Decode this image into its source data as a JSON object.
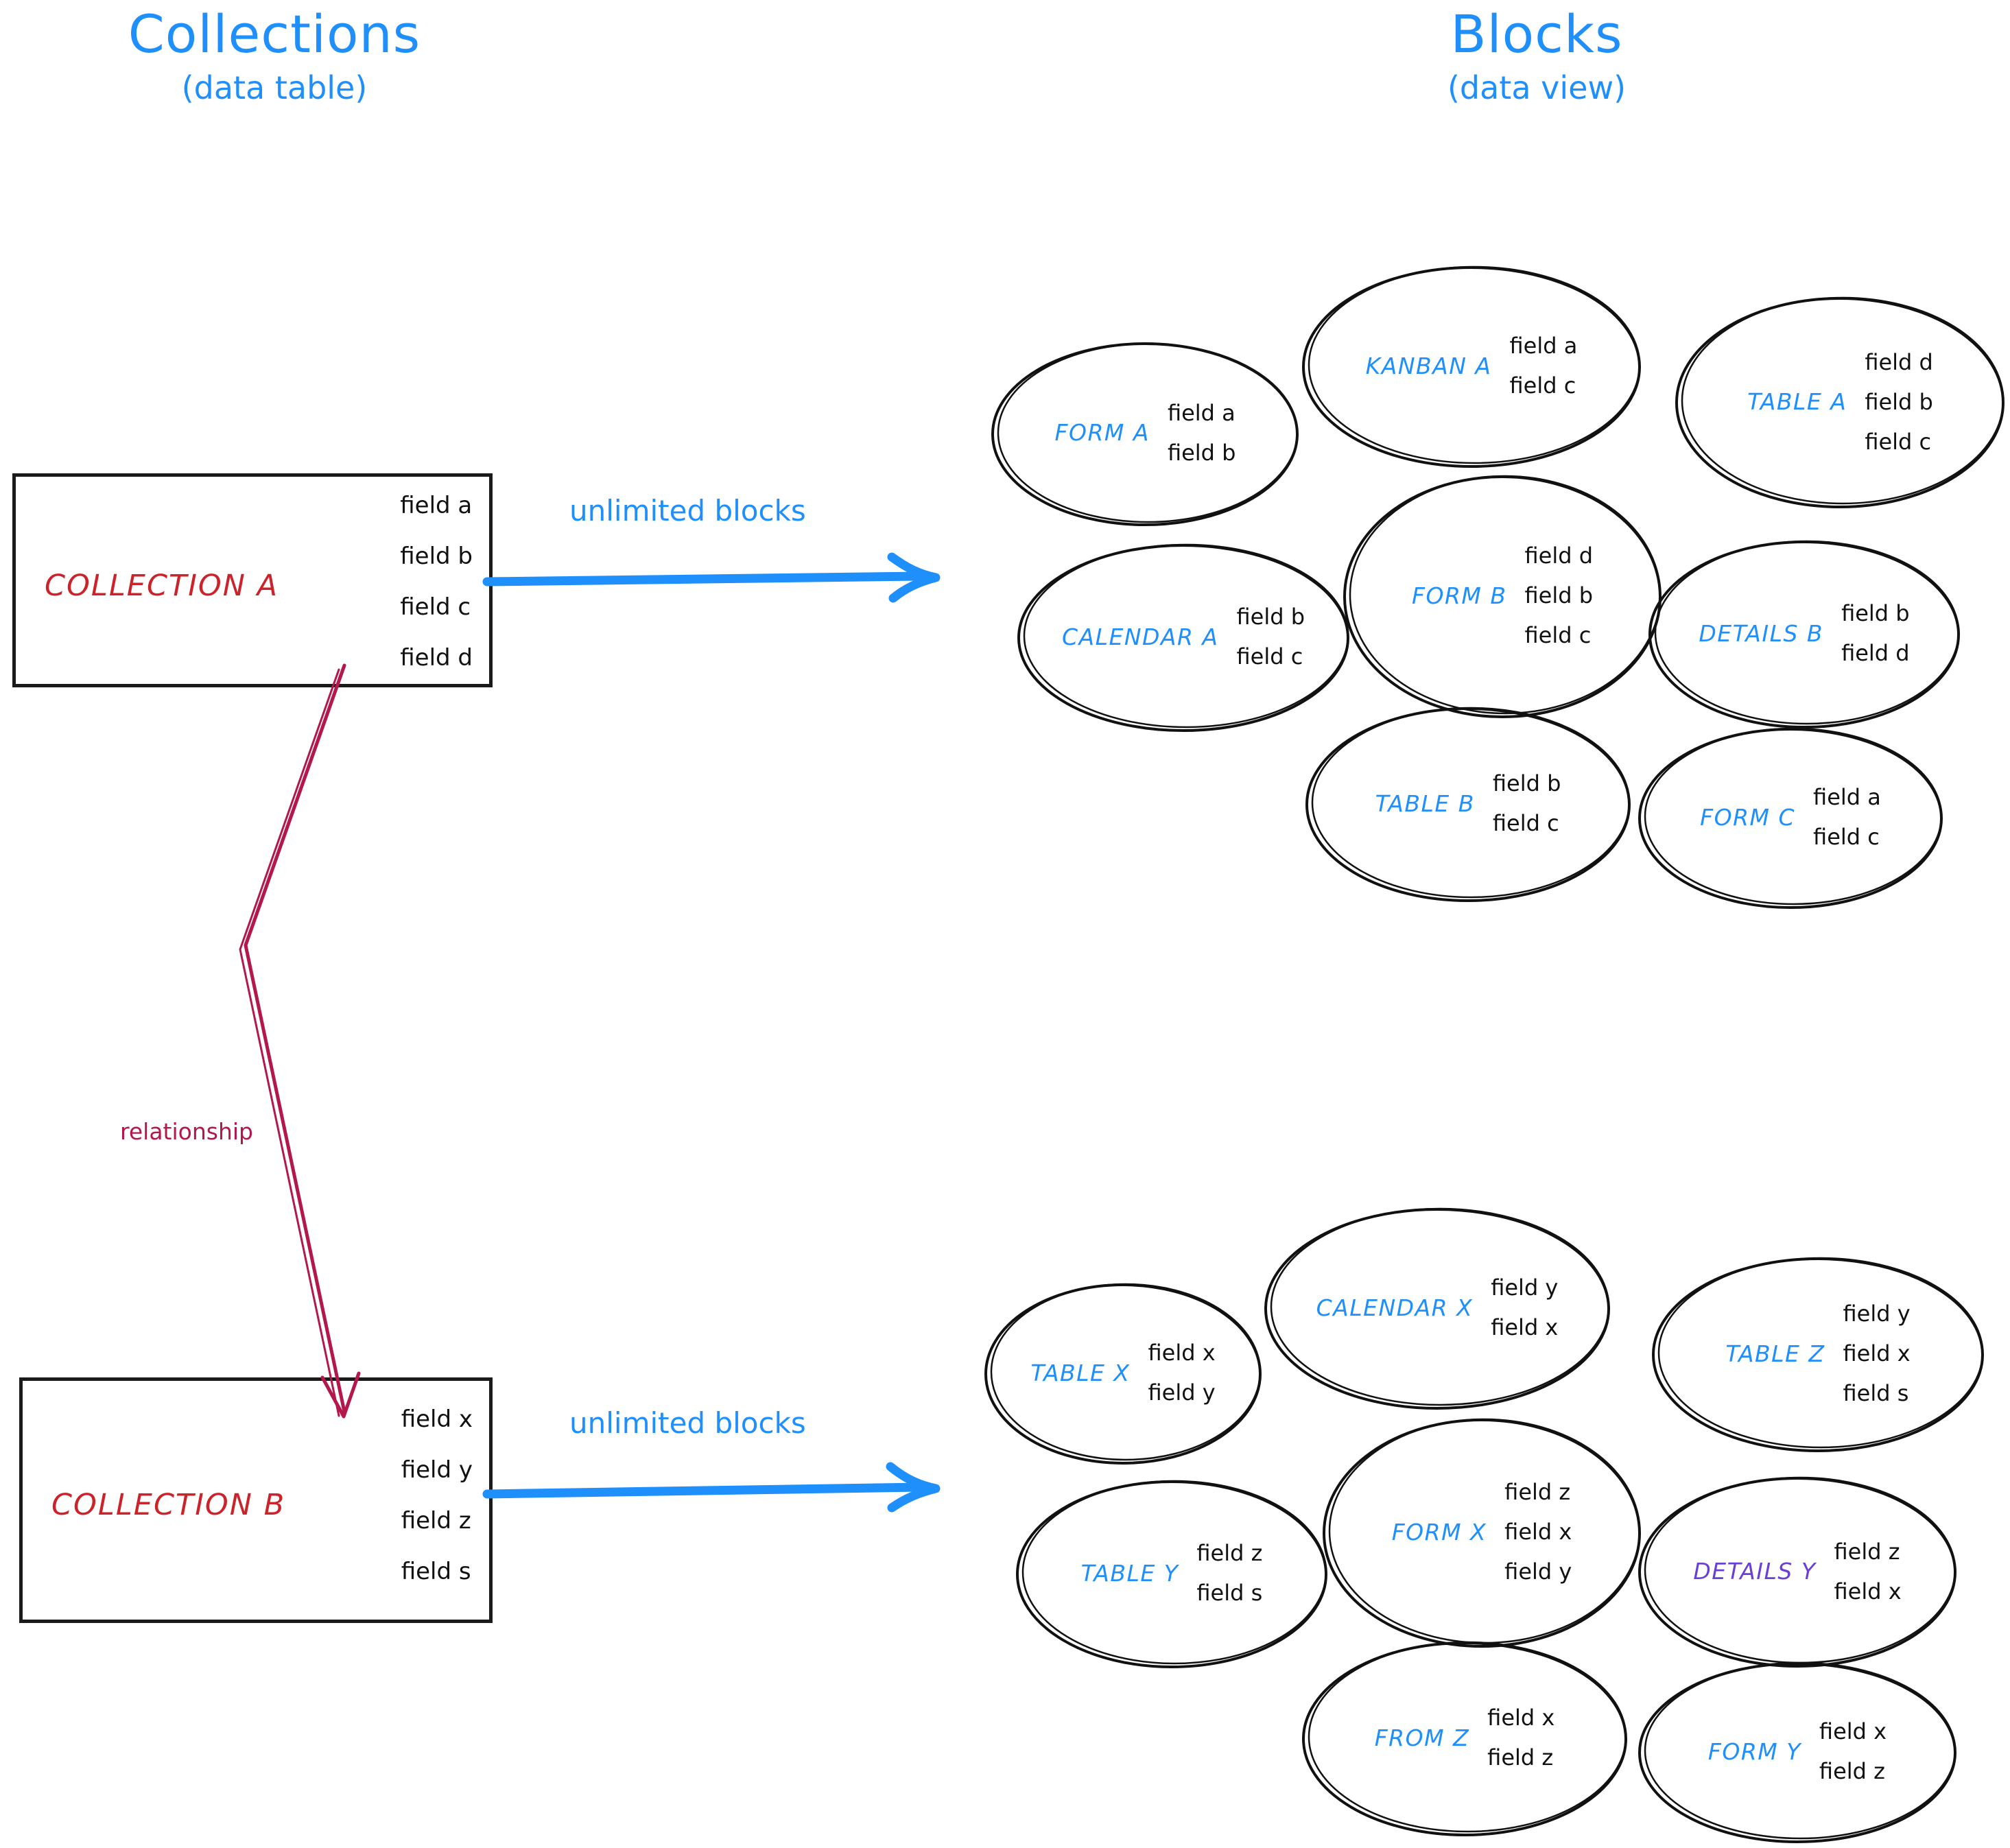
{
  "headers": [
    {
      "title": "Collections",
      "subtitle": "(data table)",
      "color": "#1f8ffc"
    },
    {
      "title": "Blocks",
      "subtitle": "(data view)",
      "color": "#1f8ffc"
    }
  ],
  "collections": [
    {
      "name": "COLLECTION A",
      "color": "#cc2229",
      "fields": [
        "field a",
        "field b",
        "field c",
        "field d"
      ]
    },
    {
      "name": "COLLECTION B",
      "color": "#cc2229",
      "fields": [
        "field x",
        "field y",
        "field z",
        "field s"
      ]
    }
  ],
  "arrows": [
    {
      "label": "unlimited blocks",
      "color": "#1f8ffc"
    },
    {
      "label": "unlimited blocks",
      "color": "#1f8ffc"
    }
  ],
  "relationship": {
    "label": "relationship",
    "color": "#b3174c"
  },
  "block_groups": [
    {
      "source": "COLLECTION A",
      "blocks": [
        {
          "name": "FORM A",
          "color": "#1f8ffc",
          "fields": [
            "field a",
            "field b"
          ]
        },
        {
          "name": "KANBAN A",
          "color": "#1f8ffc",
          "fields": [
            "field a",
            "field c"
          ]
        },
        {
          "name": "TABLE A",
          "color": "#1f8ffc",
          "fields": [
            "field d",
            "field b",
            "field c"
          ]
        },
        {
          "name": "CALENDAR A",
          "color": "#1f8ffc",
          "fields": [
            "field b",
            "field c"
          ]
        },
        {
          "name": "FORM B",
          "color": "#1f8ffc",
          "fields": [
            "field d",
            "field b",
            "field c"
          ]
        },
        {
          "name": "DETAILS B",
          "color": "#1f8ffc",
          "fields": [
            "field b",
            "field d"
          ]
        },
        {
          "name": "TABLE B",
          "color": "#1f8ffc",
          "fields": [
            "field b",
            "field c"
          ]
        },
        {
          "name": "FORM C",
          "color": "#1f8ffc",
          "fields": [
            "field a",
            "field c"
          ]
        }
      ]
    },
    {
      "source": "COLLECTION B",
      "blocks": [
        {
          "name": "TABLE X",
          "color": "#1f8ffc",
          "fields": [
            "field x",
            "field y"
          ]
        },
        {
          "name": "CALENDAR X",
          "color": "#1f8ffc",
          "fields": [
            "field y",
            "field x"
          ]
        },
        {
          "name": "TABLE Z",
          "color": "#1f8ffc",
          "fields": [
            "field y",
            "field x",
            "field s"
          ]
        },
        {
          "name": "TABLE Y",
          "color": "#1f8ffc",
          "fields": [
            "field z",
            "field s"
          ]
        },
        {
          "name": "FORM X",
          "color": "#1f8ffc",
          "fields": [
            "field z",
            "field x",
            "field y"
          ]
        },
        {
          "name": "DETAILS Y",
          "color": "#6a3fd6",
          "fields": [
            "field z",
            "field x"
          ]
        },
        {
          "name": "FROM Z",
          "color": "#1f8ffc",
          "fields": [
            "field x",
            "field z"
          ]
        },
        {
          "name": "FORM Y",
          "color": "#1f8ffc",
          "fields": [
            "field x",
            "field z"
          ]
        }
      ]
    }
  ]
}
